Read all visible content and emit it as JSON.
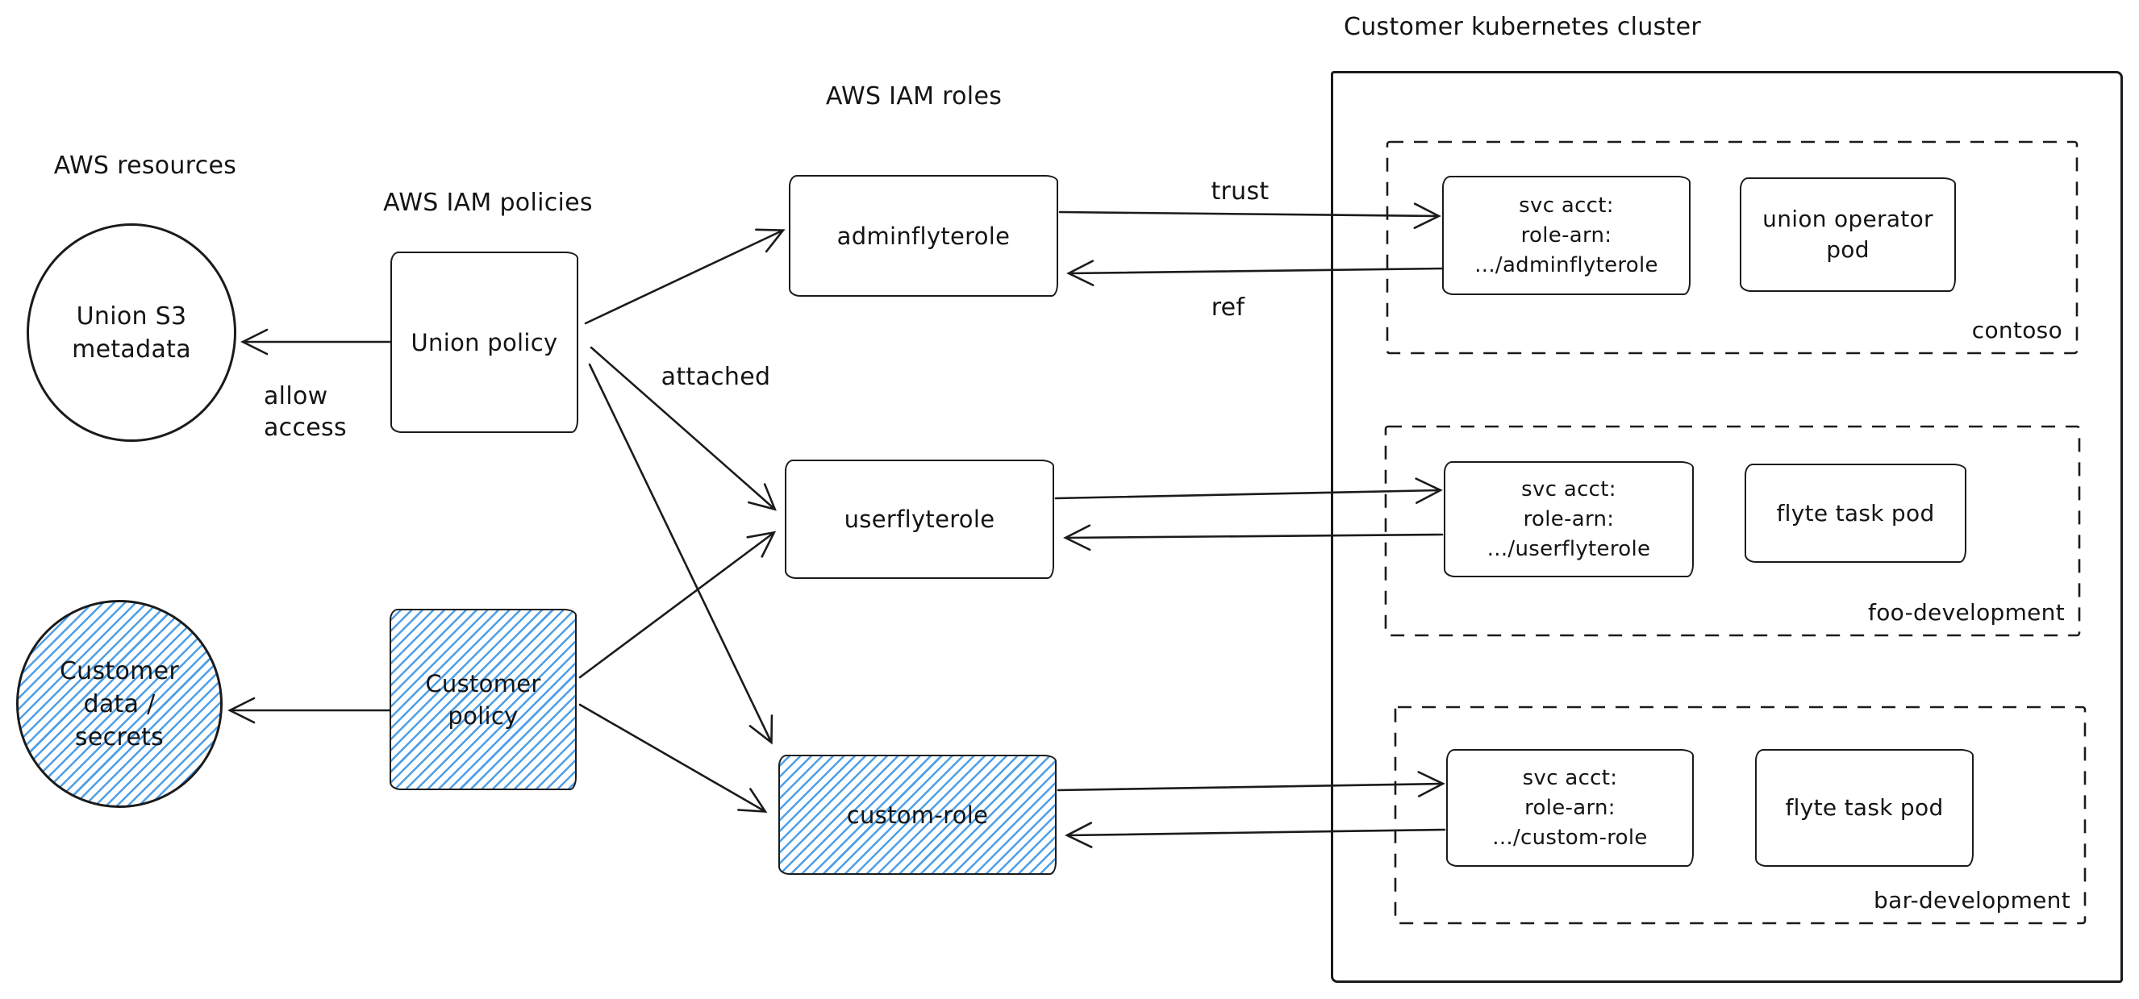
{
  "labels": {
    "aws_resources": "AWS resources",
    "aws_iam_policies": "AWS IAM policies",
    "aws_iam_roles": "AWS IAM roles",
    "cluster_title": "Customer kubernetes cluster"
  },
  "edge_labels": {
    "allow_access": "allow\naccess",
    "attached": "attached",
    "trust": "trust",
    "ref": "ref"
  },
  "nodes": {
    "union_s3": {
      "line1": "Union S3",
      "line2": "metadata"
    },
    "customer_data": {
      "line1": "Customer",
      "line2": "data /",
      "line3": "secrets"
    },
    "union_policy": {
      "label": "Union policy"
    },
    "customer_policy": {
      "line1": "Customer",
      "line2": "policy"
    },
    "adminflyterole": {
      "label": "adminflyterole"
    },
    "userflyterole": {
      "label": "userflyterole"
    },
    "custom_role": {
      "label": "custom-role"
    }
  },
  "cluster": {
    "namespaces": [
      {
        "name": "contoso",
        "svc_line1": "svc acct:",
        "svc_line2": "role-arn:",
        "svc_line3": ".../adminflyterole",
        "pod_line1": "union operator",
        "pod_line2": "pod"
      },
      {
        "name": "foo-development",
        "svc_line1": "svc acct:",
        "svc_line2": "role-arn:",
        "svc_line3": ".../userflyterole",
        "pod_line1": "flyte task pod",
        "pod_line2": ""
      },
      {
        "name": "bar-development",
        "svc_line1": "svc acct:",
        "svc_line2": "role-arn:",
        "svc_line3": ".../custom-role",
        "pod_line1": "flyte task pod",
        "pod_line2": ""
      }
    ]
  },
  "colors": {
    "stroke": "#1b1b1b",
    "hatch_blue": "#4d9fe8",
    "text": "#141414"
  }
}
